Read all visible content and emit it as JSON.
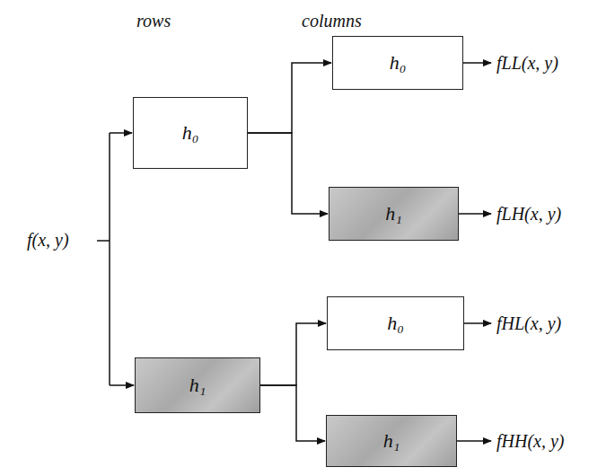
{
  "diagram": {
    "nodes": [
      {
        "text": [
          "h₀"
        ]
      },
      {
        "text": [
          "h₁"
        ]
      },
      {
        "text": [
          "h₀"
        ]
      },
      {
        "text": [
          "h₁"
        ]
      },
      {
        "text": [
          "h₀"
        ]
      },
      {
        "text": [
          "h₁"
        ]
      }
    ],
    "edges": [
      {
        "from": 0,
        "to": 2,
        "arrow": "to"
      },
      {
        "from": 0,
        "to": 3,
        "arrow": "to"
      },
      {
        "from": 1,
        "to": 4,
        "arrow": "to"
      },
      {
        "from": 1,
        "to": 5,
        "arrow": "to"
      }
    ],
    "labels": [
      "rows",
      "columns",
      "f(x, y)",
      "fLL(x, y)",
      "fLH(x, y)",
      "fHL(x, y)",
      "fHH(x, y)"
    ]
  }
}
